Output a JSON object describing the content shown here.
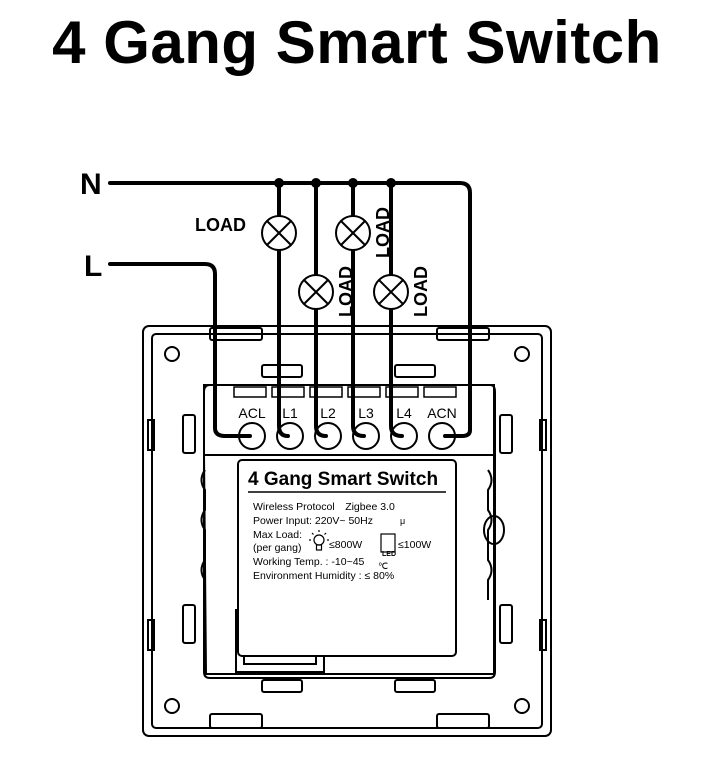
{
  "title": "4 Gang Smart Switch",
  "wires": {
    "neutral": "N",
    "live": "L"
  },
  "loads": [
    "LOAD",
    "LOAD",
    "LOAD",
    "LOAD"
  ],
  "terminals": [
    "ACL",
    "L1",
    "L2",
    "L3",
    "L4",
    "ACN"
  ],
  "label_panel": {
    "title": "4 Gang Smart Switch",
    "protocol": "Wireless Protocol　Zigbee 3.0",
    "power": "Power Input: 220V~ 50Hz",
    "power_mark": "μ",
    "max_load": "Max Load:",
    "per_gang": "(per gang)",
    "incandescent": "≤800W",
    "led": "≤100W",
    "led_badge": "LED",
    "temp": "Working Temp. :  -10~45",
    "temp_unit": "℃",
    "humidity": "Environment Humidity : ≤ 80%"
  }
}
